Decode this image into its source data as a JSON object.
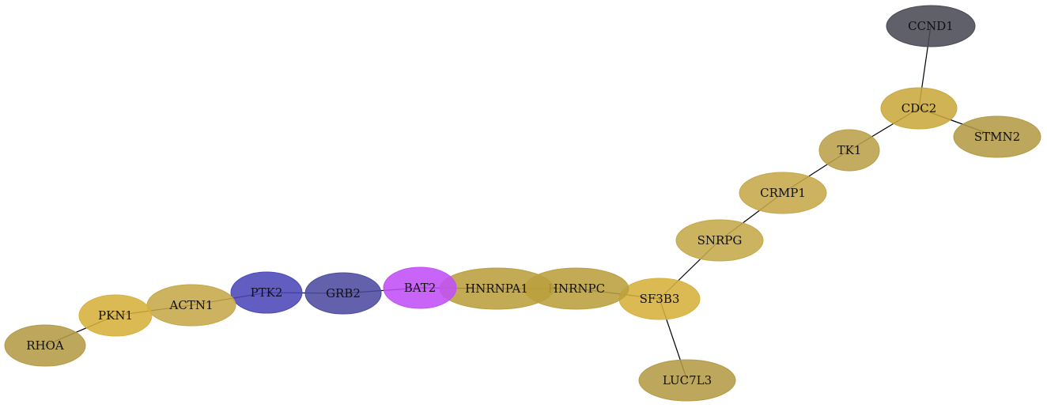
{
  "graph": {
    "nodes": [
      {
        "id": "CCND1",
        "label": "CCND1",
        "color": "#4a4a55"
      },
      {
        "id": "CDC2",
        "label": "CDC2",
        "color": "#c9a83c"
      },
      {
        "id": "STMN2",
        "label": "STMN2",
        "color": "#b39b45"
      },
      {
        "id": "TK1",
        "label": "TK1",
        "color": "#bb9f4a"
      },
      {
        "id": "CRMP1",
        "label": "CRMP1",
        "color": "#c6a74a"
      },
      {
        "id": "SNRPG",
        "label": "SNRPG",
        "color": "#c4a84a"
      },
      {
        "id": "SF3B3",
        "label": "SF3B3",
        "color": "#d6b13c"
      },
      {
        "id": "LUC7L3",
        "label": "LUC7L3",
        "color": "#b39b45"
      },
      {
        "id": "HNRNPC",
        "label": "HNRNPC",
        "color": "#bb9f3f"
      },
      {
        "id": "HNRNPA1",
        "label": "HNRNPA1",
        "color": "#bb9f3f"
      },
      {
        "id": "BAT2",
        "label": "BAT2",
        "color": "#c050f7"
      },
      {
        "id": "GRB2",
        "label": "GRB2",
        "color": "#4d4aa0"
      },
      {
        "id": "PTK2",
        "label": "PTK2",
        "color": "#4c48b8"
      },
      {
        "id": "ACTN1",
        "label": "ACTN1",
        "color": "#c6a74a"
      },
      {
        "id": "PKN1",
        "label": "PKN1",
        "color": "#d6b13c"
      },
      {
        "id": "RHOA",
        "label": "RHOA",
        "color": "#b39b45"
      }
    ],
    "edges": [
      [
        "CCND1",
        "CDC2"
      ],
      [
        "CDC2",
        "STMN2"
      ],
      [
        "CDC2",
        "TK1"
      ],
      [
        "TK1",
        "CRMP1"
      ],
      [
        "CRMP1",
        "SNRPG"
      ],
      [
        "SNRPG",
        "SF3B3"
      ],
      [
        "SF3B3",
        "LUC7L3"
      ],
      [
        "SF3B3",
        "HNRNPC"
      ],
      [
        "HNRNPC",
        "HNRNPA1"
      ],
      [
        "HNRNPA1",
        "BAT2"
      ],
      [
        "BAT2",
        "GRB2"
      ],
      [
        "GRB2",
        "PTK2"
      ],
      [
        "PTK2",
        "ACTN1"
      ],
      [
        "ACTN1",
        "PKN1"
      ],
      [
        "PKN1",
        "RHOA"
      ]
    ]
  }
}
